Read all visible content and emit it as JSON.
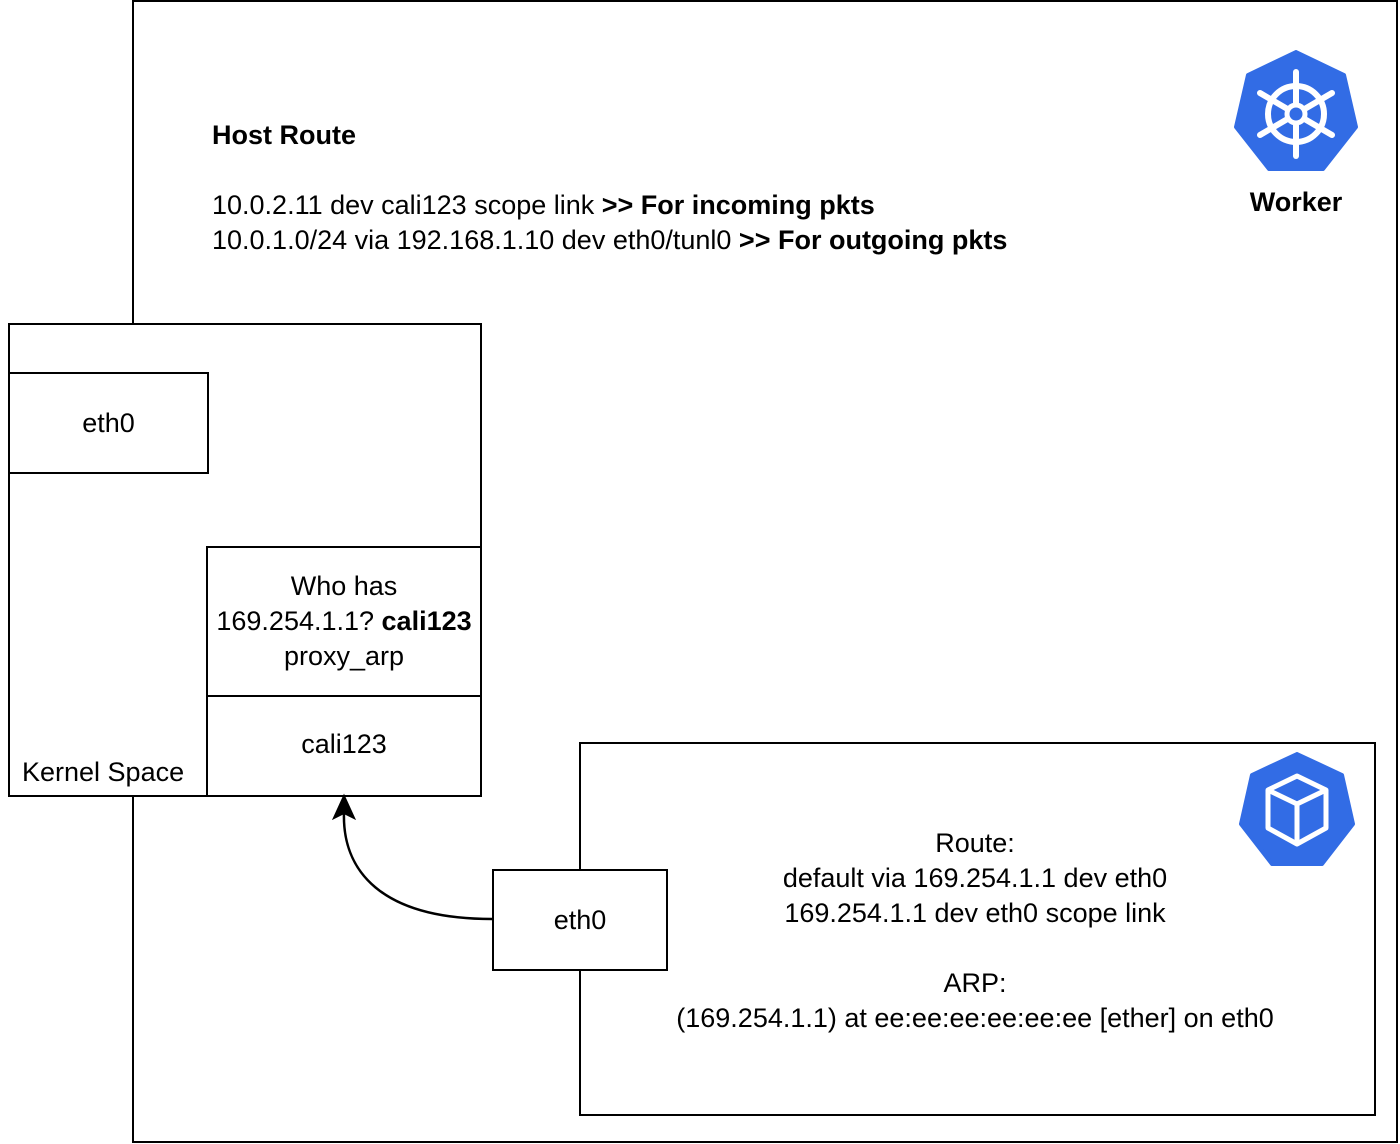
{
  "worker": {
    "label": "Worker",
    "icon": "kubernetes-helm-icon",
    "icon_color": "#326CE5"
  },
  "host_route": {
    "title": "Host Route",
    "line1": {
      "route": "10.0.2.11 dev cali123 scope link ",
      "note": ">> For incoming pkts"
    },
    "line2": {
      "route": "10.0.1.0/24 via 192.168.1.10 dev eth0/tunl0 ",
      "note": ">> For outgoing pkts"
    }
  },
  "kernel": {
    "label": "Kernel Space",
    "eth0": "eth0",
    "arp_query": {
      "line1": "Who has",
      "line2a": "169.254.1.1? ",
      "line2b": "cali123",
      "line3": "proxy_arp"
    },
    "cali": "cali123"
  },
  "pod": {
    "icon": "kubernetes-pod-cube-icon",
    "icon_color": "#326CE5",
    "eth0": "eth0",
    "route_title": "Route:",
    "route1": "default via 169.254.1.1 dev eth0",
    "route2": "169.254.1.1 dev eth0 scope link",
    "arp_title": "ARP:",
    "arp1": "(169.254.1.1) at ee:ee:ee:ee:ee:ee [ether]  on eth0"
  }
}
